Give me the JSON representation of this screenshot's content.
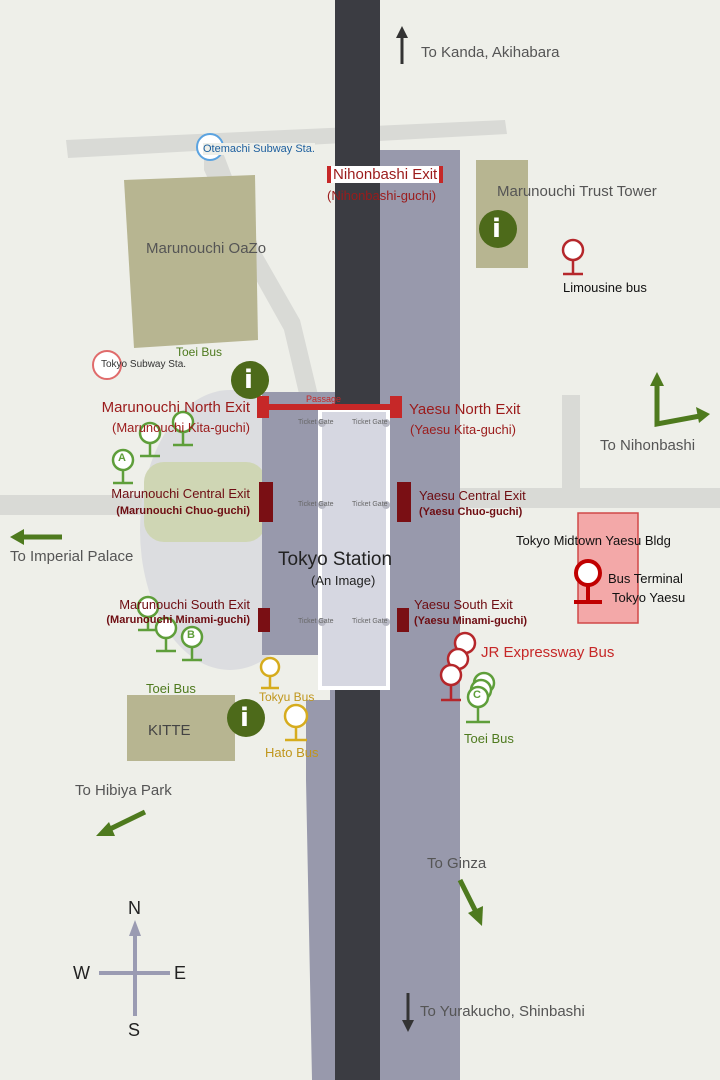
{
  "directions": {
    "kanda": "To Kanda, Akihabara",
    "nihonbashi": "To Nihonbashi",
    "imperial_palace": "To Imperial Palace",
    "hibiya": "To Hibiya Park",
    "ginza": "To Ginza",
    "yurakucho": "To Yurakucho, Shinbashi"
  },
  "stations": {
    "otemachi": "Otemachi Subway Sta.",
    "tokyo_subway": "Tokyo Subway Sta."
  },
  "buildings": {
    "oazo": "Marunouchi OaZo",
    "trust_tower": "Marunouchi Trust Tower",
    "kitte": "KITTE",
    "midtown": "Tokyo Midtown Yaesu Bldg"
  },
  "station": {
    "name": "Tokyo Station",
    "subtitle": "(An Image)"
  },
  "passage": "Passage",
  "ticket_gate": "Ticket Gate",
  "exits": {
    "nihonbashi": {
      "name": "Nihonbashi Exit",
      "sub": "(Nihonbashi-guchi)"
    },
    "marunouchi_north": {
      "name": "Marunouchi North Exit",
      "sub": "(Marunouchi Kita-guchi)"
    },
    "marunouchi_central": {
      "name": "Marunouchi Central Exit",
      "sub": "(Marunouchi Chuo-guchi)"
    },
    "marunouchi_south": {
      "name": "Marunouchi South Exit",
      "sub": "(Marunouchi Minami-guchi)"
    },
    "yaesu_north": {
      "name": "Yaesu North Exit",
      "sub": "(Yaesu Kita-guchi)"
    },
    "yaesu_central": {
      "name": "Yaesu Central Exit",
      "sub": "(Yaesu Chuo-guchi)"
    },
    "yaesu_south": {
      "name": "Yaesu South Exit",
      "sub": "(Yaesu Minami-guchi)"
    }
  },
  "bus": {
    "limousine": "Limousine bus",
    "toei_north": "Toei Bus",
    "toei_south_west": "Toei Bus",
    "toei_east": "Toei Bus",
    "tokyu": "Tokyu Bus",
    "hato": "Hato Bus",
    "jr_expressway": "JR Expressway Bus",
    "terminal_line1": "Bus Terminal",
    "terminal_line2": "Tokyo Yaesu"
  },
  "stop_letters": {
    "a": "A",
    "b": "B",
    "c": "C"
  },
  "info_glyph": "i",
  "compass": {
    "n": "N",
    "s": "S",
    "e": "E",
    "w": "W"
  },
  "colors": {
    "background": "#eeefe9",
    "road": "#d9dad6",
    "station_concourse": "#9899ac",
    "track": "#3b3c42",
    "platform": "#d6d7e1",
    "building": "#b7b591",
    "info_marker": "#4d6a1a",
    "exit_red": "#9b1b1b",
    "bus_terminal": "#f3a8a8",
    "arrow_green": "#4e7a1e"
  }
}
